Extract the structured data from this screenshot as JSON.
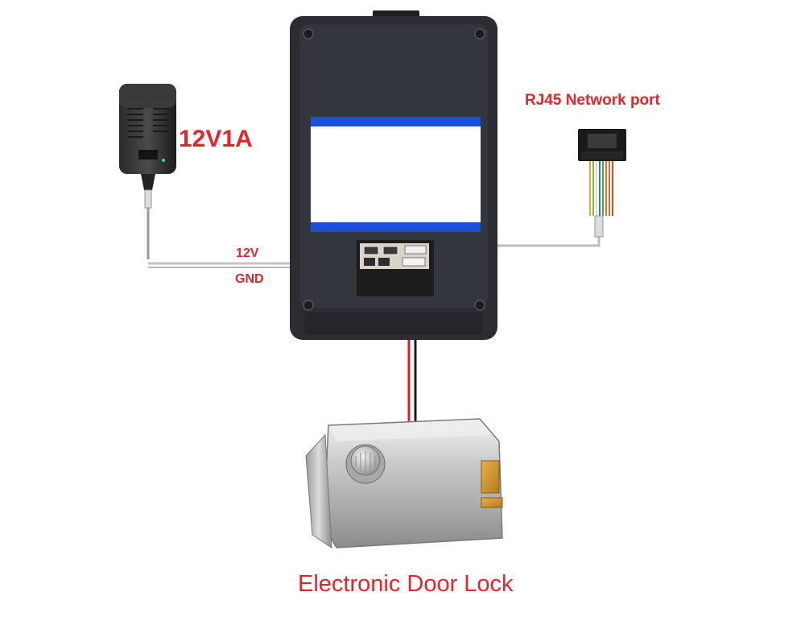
{
  "labels": {
    "adapter": "12V1A",
    "rj45": "RJ45 Network port",
    "v12": "12V",
    "gnd": "GND",
    "lock": "Electronic Door Lock"
  },
  "colors": {
    "label_text": "#e8242b",
    "device_body": "#2b2d33",
    "screen_band": "#1a4fd6",
    "wire_gray": "#bdbdbd",
    "wire_red": "#e01b1b"
  },
  "icons": {
    "adapter": "power-adapter-icon",
    "rj45": "rj45-connector-icon",
    "device": "door-phone-unit-icon",
    "lock": "door-lock-icon"
  }
}
